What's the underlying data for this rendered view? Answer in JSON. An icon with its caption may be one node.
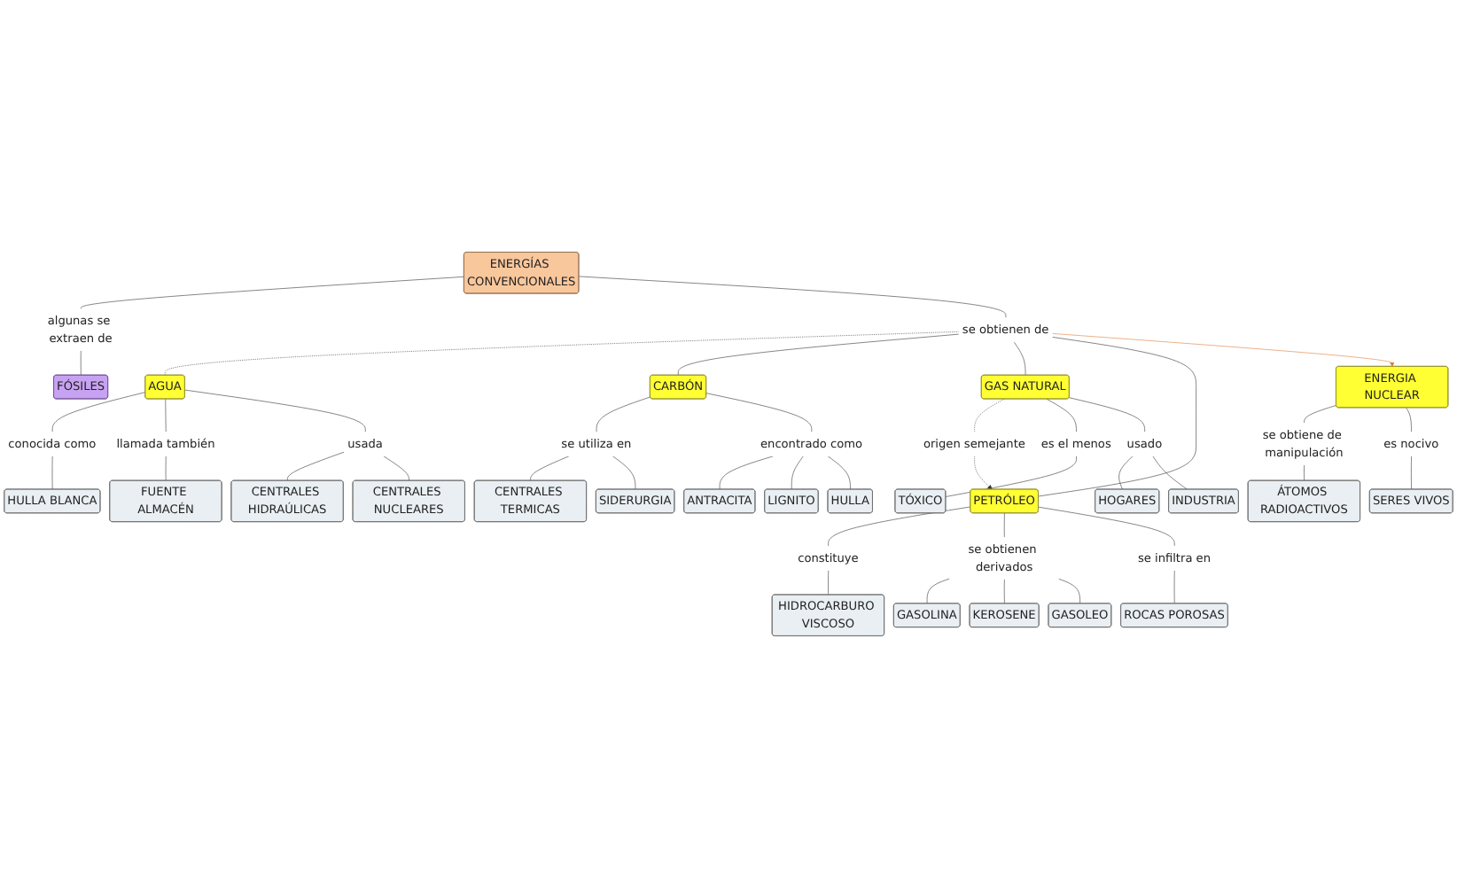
{
  "diagram": {
    "nodes": [
      {
        "text": [
          "ENERGÍAS CONVENCIONALES"
        ]
      },
      {
        "text": [
          "algunas se extraen de"
        ]
      },
      {
        "text": [
          "se obtienen de"
        ]
      },
      {
        "text": [
          "FÓSILES"
        ]
      },
      {
        "text": [
          "AGUA"
        ]
      },
      {
        "text": [
          "CARBÓN"
        ]
      },
      {
        "text": [
          "GAS NATURAL"
        ]
      },
      {
        "text": [
          "ENERGIA NUCLEAR"
        ]
      },
      {
        "text": [
          "PETRÓLEO"
        ]
      },
      {
        "text": [
          "conocida como"
        ]
      },
      {
        "text": [
          "usada"
        ]
      },
      {
        "text": [
          "llamada también"
        ]
      },
      {
        "text": [
          "HULLA BLANCA"
        ]
      },
      {
        "text": [
          "se utiliza en"
        ]
      },
      {
        "text": [
          "encontrado como"
        ]
      },
      {
        "text": [
          "origen semejante"
        ]
      },
      {
        "text": [
          "es el menos"
        ]
      },
      {
        "text": [
          "usado"
        ]
      },
      {
        "text": [
          "constituye"
        ]
      },
      {
        "text": [
          "se obtiene de manipulación"
        ]
      },
      {
        "text": [
          "es nocivo"
        ]
      },
      {
        "text": [
          "SERES VIVOS"
        ]
      },
      {
        "text": [
          "CENTRALES TERMICAS"
        ]
      },
      {
        "text": [
          "FUENTE ALMACÉN"
        ]
      },
      {
        "text": [
          "CENTRALES NUCLEARES"
        ]
      },
      {
        "text": [
          "SIDERURGIA"
        ]
      },
      {
        "text": [
          "HIDROCARBURO VISCOSO"
        ]
      },
      {
        "text": [
          "ÁTOMOS RADIOACTIVOS"
        ]
      },
      {
        "text": [
          "TÓXICO"
        ]
      },
      {
        "text": [
          "INDUSTRIA"
        ]
      },
      {
        "text": [
          "ANTRACITA"
        ]
      },
      {
        "text": [
          "CENTRALES HIDRAÚLICAS"
        ]
      },
      {
        "text": [
          "HOGARES"
        ]
      },
      {
        "text": [
          "se obtienen derivados"
        ]
      },
      {
        "text": [
          "se infiltra en"
        ]
      },
      {
        "text": [
          "LIGNITO"
        ]
      },
      {
        "text": [
          "GASOLINA"
        ]
      },
      {
        "text": [
          "GASOLEO"
        ]
      },
      {
        "text": [
          "ROCAS POROSAS"
        ]
      },
      {
        "text": [
          "HULLA"
        ]
      },
      {
        "text": [
          "KEROSENE"
        ]
      }
    ],
    "edges": [
      {
        "from": 0,
        "to": 1,
        "arrow": "none"
      },
      {
        "from": 1,
        "to": 3,
        "arrow": "none"
      },
      {
        "from": 0,
        "to": 2,
        "arrow": "none"
      },
      {
        "from": 2,
        "to": 4,
        "arrow": "none",
        "style": "dashed"
      },
      {
        "from": 2,
        "to": 5,
        "arrow": "none"
      },
      {
        "from": 2,
        "to": 6,
        "arrow": "none"
      },
      {
        "from": 2,
        "to": 8,
        "arrow": "none"
      },
      {
        "from": 2,
        "to": 7,
        "arrow": "to",
        "color": "#e07b39"
      },
      {
        "from": 4,
        "to": 9,
        "arrow": "none"
      },
      {
        "from": 9,
        "to": 12,
        "arrow": "none"
      },
      {
        "from": 4,
        "to": 11,
        "arrow": "none"
      },
      {
        "from": 11,
        "to": 23,
        "arrow": "none"
      },
      {
        "from": 4,
        "to": 10,
        "arrow": "none"
      },
      {
        "from": 10,
        "to": 31,
        "arrow": "none"
      },
      {
        "from": 10,
        "to": 24,
        "arrow": "none"
      },
      {
        "from": 5,
        "to": 13,
        "arrow": "none"
      },
      {
        "from": 13,
        "to": 22,
        "arrow": "none"
      },
      {
        "from": 13,
        "to": 25,
        "arrow": "none"
      },
      {
        "from": 5,
        "to": 14,
        "arrow": "none"
      },
      {
        "from": 14,
        "to": 30,
        "arrow": "none"
      },
      {
        "from": 14,
        "to": 35,
        "arrow": "none"
      },
      {
        "from": 14,
        "to": 39,
        "arrow": "none"
      },
      {
        "from": 6,
        "to": 15,
        "arrow": "none",
        "style": "dashed"
      },
      {
        "from": 15,
        "to": 8,
        "arrow": "to",
        "style": "dashed"
      },
      {
        "from": 6,
        "to": 16,
        "arrow": "none"
      },
      {
        "from": 16,
        "to": 28,
        "arrow": "none"
      },
      {
        "from": 6,
        "to": 17,
        "arrow": "none"
      },
      {
        "from": 17,
        "to": 32,
        "arrow": "none"
      },
      {
        "from": 17,
        "to": 29,
        "arrow": "none"
      },
      {
        "from": 8,
        "to": 18,
        "arrow": "none"
      },
      {
        "from": 18,
        "to": 26,
        "arrow": "none"
      },
      {
        "from": 8,
        "to": 33,
        "arrow": "none"
      },
      {
        "from": 33,
        "to": 36,
        "arrow": "none"
      },
      {
        "from": 33,
        "to": 40,
        "arrow": "none"
      },
      {
        "from": 33,
        "to": 37,
        "arrow": "none"
      },
      {
        "from": 8,
        "to": 34,
        "arrow": "none"
      },
      {
        "from": 34,
        "to": 38,
        "arrow": "none"
      },
      {
        "from": 7,
        "to": 19,
        "arrow": "none"
      },
      {
        "from": 19,
        "to": 27,
        "arrow": "none"
      },
      {
        "from": 7,
        "to": 20,
        "arrow": "none"
      },
      {
        "from": 20,
        "to": 21,
        "arrow": "none"
      }
    ]
  }
}
